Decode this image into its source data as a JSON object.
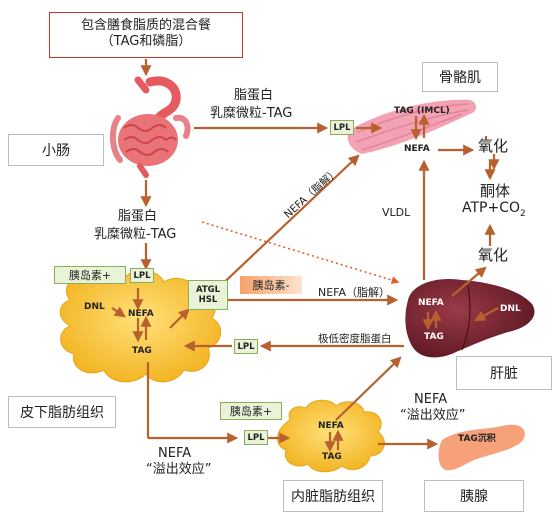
{
  "title": {
    "line1": "包含膳食脂质的混合餐",
    "line2": "（TAG和磷脂）"
  },
  "organs": {
    "skeletal_muscle": "骨骼肌",
    "small_intestine": "小肠",
    "subcutaneous_fat": "皮下脂肪组织",
    "liver": "肝脏",
    "visceral_fat": "内脏脂肪组织",
    "pancreas": "胰腺"
  },
  "labels": {
    "top_transport_1": "脂蛋白",
    "top_transport_2": "乳糜微粒-TAG",
    "down_transport_1": "脂蛋白",
    "down_transport_2": "乳糜微粒-TAG",
    "lpl": "LPL",
    "tag_imcl": "TAG (IMCL)",
    "nefa": "NEFA",
    "tag": "TAG",
    "dnl": "DNL",
    "atgl": "ATGL",
    "hsl": "HSL",
    "insulin_plus": "胰岛素+",
    "insulin_minus": "胰岛素-",
    "oxidation_1": "氧化",
    "ketone": "酮体",
    "atp_co2": "ATP+CO",
    "co2_sub": "2",
    "oxidation_2": "氧化",
    "vldl": "VLDL",
    "nefa_lipolysis_diag": "NEFA（脂解）",
    "nefa_lipolysis": "NEFA（脂解）",
    "vldl_lipoprotein": "极低密度脂蛋白",
    "nefa_spill_1": "NEFA",
    "nefa_spill_2": "“溢出效应”",
    "nefa_spill_3": "NEFA",
    "nefa_spill_4": "“溢出效应”",
    "tag_deposit": "TAG沉积"
  },
  "colors": {
    "arrow": "#b8602e",
    "title_border": "#c0392b",
    "fat": "#f6be2a",
    "liver": "#6e1f2b",
    "muscle": "#f3a2b4",
    "intestine": "#ea6f73",
    "pancreas": "#f6a17a",
    "insulin_box": "#e8f3d8",
    "insulin_minus": "#f5a26a"
  }
}
